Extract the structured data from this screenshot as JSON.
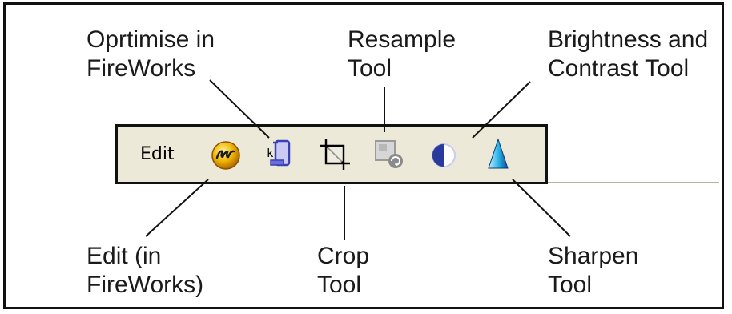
{
  "toolbar": {
    "edit_label": "Edit"
  },
  "icons": {
    "edit_fireworks": "fireworks-edit-icon",
    "optimise_fireworks": "optimise-fireworks-icon",
    "crop": "crop-icon",
    "resample": "resample-icon",
    "brightness_contrast": "brightness-contrast-icon",
    "sharpen": "sharpen-icon"
  },
  "labels": {
    "optimise": [
      "Oprtimise in",
      "FireWorks"
    ],
    "resample": [
      "Resample",
      "Tool"
    ],
    "brightness": [
      "Brightness and",
      "Contrast Tool"
    ],
    "edit": [
      "Edit (in",
      "FireWorks)"
    ],
    "crop": [
      "Crop",
      "Tool"
    ],
    "sharpen": [
      "Sharpen",
      "Tool"
    ]
  },
  "colors": {
    "toolbar_bg": "#ece9d8",
    "border": "#111111",
    "text": "#1a1a1a",
    "fireworks_yellow": "#f2b705",
    "optimise_blue": "#6a6fd8",
    "brightness_blue": "#2a3a9c",
    "sharpen_cyan": "#2fb6e8"
  }
}
